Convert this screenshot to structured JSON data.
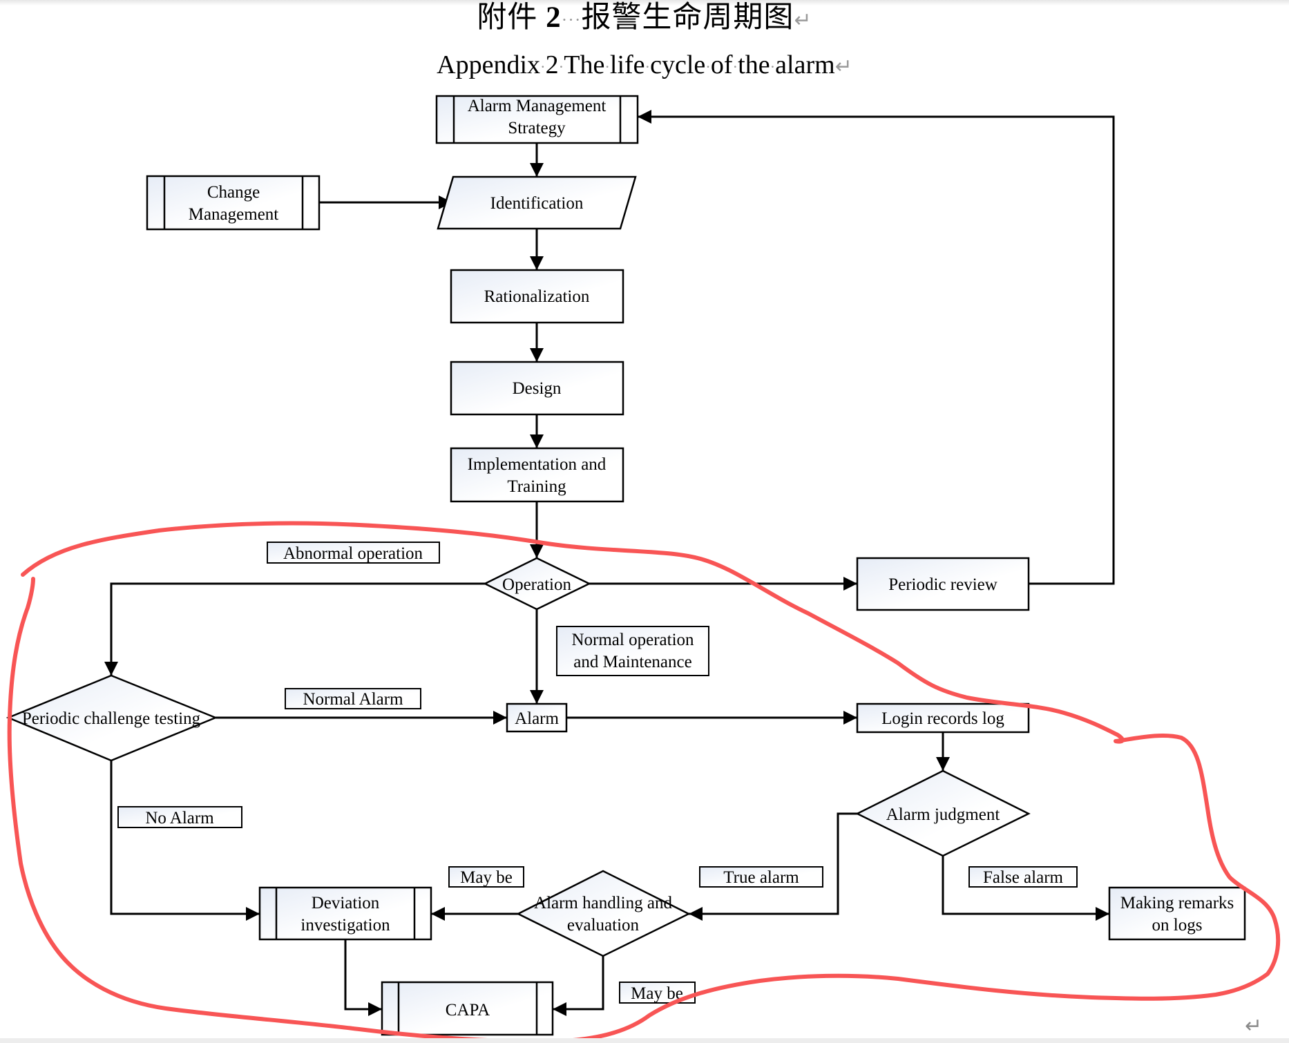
{
  "title_cn": {
    "prefix": "附件",
    "number": "2",
    "dots": "···",
    "text": "报警生命周期图",
    "return_mark": "↵"
  },
  "title_en": {
    "words": [
      "Appendix",
      "2",
      "The",
      "life",
      "cycle",
      "of",
      "the",
      "alarm"
    ],
    "return_mark": "↵"
  },
  "nodes": {
    "strategy": {
      "lines": [
        "Alarm Management",
        "Strategy"
      ],
      "shape": "predefined-process"
    },
    "change": {
      "lines": [
        "Change",
        "Management"
      ],
      "shape": "predefined-process"
    },
    "identification": {
      "lines": [
        "Identification"
      ],
      "shape": "parallelogram"
    },
    "rationalization": {
      "lines": [
        "Rationalization"
      ],
      "shape": "process"
    },
    "design": {
      "lines": [
        "Design"
      ],
      "shape": "process"
    },
    "implementation": {
      "lines": [
        "Implementation and",
        "Training"
      ],
      "shape": "process"
    },
    "operation": {
      "lines": [
        "Operation"
      ],
      "shape": "decision"
    },
    "periodic_review": {
      "lines": [
        "Periodic review"
      ],
      "shape": "process"
    },
    "periodic_testing": {
      "lines": [
        "Periodic challenge testing"
      ],
      "shape": "decision"
    },
    "alarm": {
      "lines": [
        "Alarm"
      ],
      "shape": "process"
    },
    "login_log": {
      "lines": [
        "Login records log"
      ],
      "shape": "process"
    },
    "judgment": {
      "lines": [
        "Alarm judgment"
      ],
      "shape": "decision"
    },
    "handling": {
      "lines": [
        "Alarm handling and",
        "evaluation"
      ],
      "shape": "decision"
    },
    "deviation": {
      "lines": [
        "Deviation",
        "investigation"
      ],
      "shape": "predefined-process"
    },
    "capa": {
      "lines": [
        "CAPA"
      ],
      "shape": "predefined-process"
    },
    "remarks": {
      "lines": [
        "Making remarks",
        "on logs"
      ],
      "shape": "process"
    }
  },
  "edge_labels": {
    "abnormal": {
      "lines": [
        "Abnormal operation"
      ]
    },
    "normal_op": {
      "lines": [
        "Normal operation",
        "and Maintenance"
      ]
    },
    "normal_alarm": {
      "lines": [
        "Normal  Alarm"
      ]
    },
    "no_alarm": {
      "lines": [
        "No Alarm"
      ]
    },
    "true_alarm": {
      "lines": [
        "True alarm"
      ]
    },
    "false_alarm": {
      "lines": [
        "False alarm"
      ]
    },
    "may_be_1": {
      "lines": [
        "May be"
      ]
    },
    "may_be_2": {
      "lines": [
        "May be"
      ]
    }
  },
  "colors": {
    "stroke": "#000000",
    "fill_start": "#e6ecf6",
    "fill_end": "#ffffff",
    "annotation": "#f85555"
  },
  "footer": {
    "return_mark": "↵"
  }
}
